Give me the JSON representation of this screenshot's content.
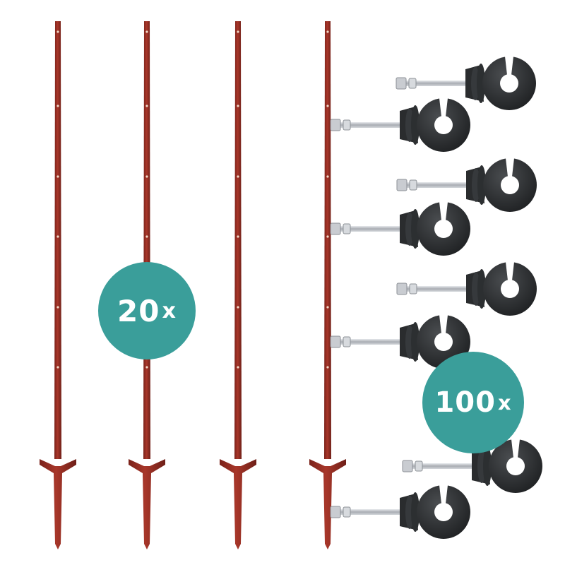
{
  "product": {
    "posts": {
      "quantity_label": "20",
      "multiplier": "x",
      "post_color": "#9b2f24",
      "post_shadow_color": "#7a221a"
    },
    "insulators": {
      "quantity_label": "100",
      "multiplier": "x",
      "ring_color": "#2f3133",
      "bolt_color": "#b8bcc2"
    },
    "badge_color": "#3a9e9a"
  }
}
